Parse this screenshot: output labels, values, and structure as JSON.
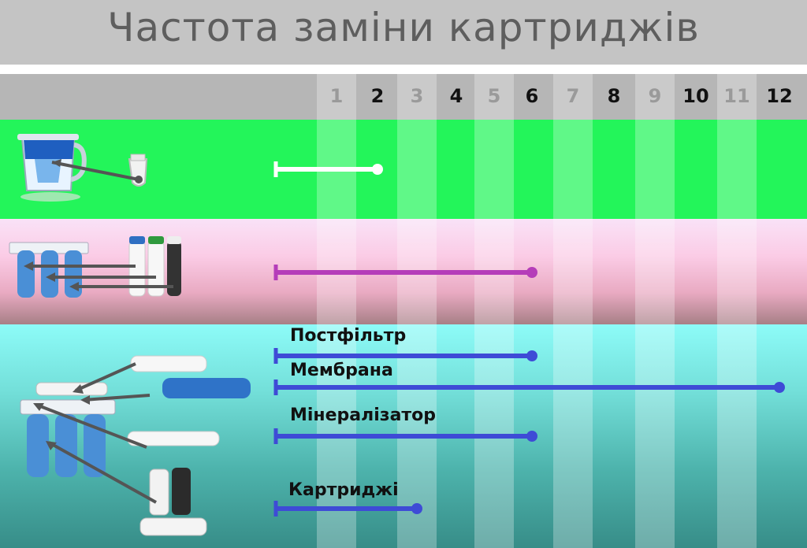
{
  "title": "Частота заміни картриджів",
  "months": [
    "1",
    "2",
    "3",
    "4",
    "5",
    "6",
    "7",
    "8",
    "9",
    "10",
    "11",
    "12"
  ],
  "colors": {
    "pitcher_band": "#23f55a",
    "three_stage_band": "#f6c3de",
    "ro_band": "#5bc6bf",
    "pitcher_bar": "#ffffff",
    "three_stage_bar": "#b53db9",
    "ro_bar": "#3e4bd6"
  },
  "icons": {
    "pitcher": "water-pitcher-filter-icon",
    "three_stage": "three-stage-filter-icon",
    "ro": "reverse-osmosis-system-icon"
  },
  "chart_data": {
    "type": "bar",
    "orientation": "horizontal",
    "title": "Частота заміни картриджів",
    "x_axis_ticks": [
      "1",
      "2",
      "3",
      "4",
      "5",
      "6",
      "7",
      "8",
      "9",
      "10",
      "11",
      "12"
    ],
    "xlim": [
      0,
      12
    ],
    "grid": true,
    "series": [
      {
        "group": "pitcher",
        "name": "",
        "start": 0,
        "end": 2
      },
      {
        "group": "three_stage",
        "name": "",
        "start": 0,
        "end": 6
      },
      {
        "group": "ro",
        "name": "Постфільтр",
        "start": 0,
        "end": 6
      },
      {
        "group": "ro",
        "name": "Мембрана",
        "start": 0,
        "end": 12
      },
      {
        "group": "ro",
        "name": "Мінералізатор",
        "start": 0,
        "end": 6
      },
      {
        "group": "ro",
        "name": "Картриджі",
        "start": 0,
        "end": 3
      }
    ]
  }
}
